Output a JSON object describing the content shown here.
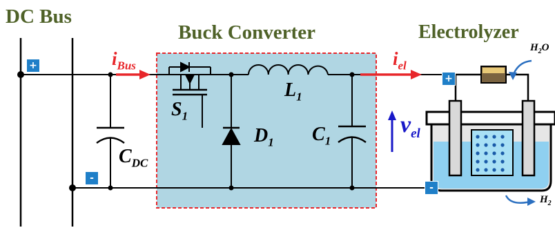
{
  "titles": {
    "dc_bus": "DC Bus",
    "buck_converter": "Buck Converter",
    "electrolyzer": "Electrolyzer"
  },
  "labels": {
    "i_bus_main": "i",
    "i_bus_sub": "Bus",
    "i_el_main": "i",
    "i_el_sub": "el",
    "v_el_main": "v",
    "v_el_sub": "el",
    "s1_main": "S",
    "s1_sub": "1",
    "d1_main": "D",
    "d1_sub": "1",
    "l1_main": "L",
    "l1_sub": "1",
    "c1_main": "C",
    "c1_sub": "1",
    "cdc_main": "C",
    "cdc_sub": "DC",
    "h2o_main": "H",
    "h2o_sub": "2",
    "h2o_tail": "O",
    "h2_main": "H",
    "h2_sub": "2"
  },
  "terminals": {
    "bus_plus": "+",
    "bus_minus": "-",
    "el_plus": "+",
    "el_minus": "-"
  },
  "colors": {
    "title": "#4f6228",
    "wire": "#000000",
    "current_arrow": "#e8262a",
    "voltage_arrow": "#1818c8",
    "converter_fill": "#b0d6e3",
    "converter_border": "#e8262a",
    "terminal": "#1f7fc8",
    "electrolyte": "#8fd0f0",
    "electrode": "#d9d9d9",
    "flow_arrow": "#2a6fc0"
  }
}
